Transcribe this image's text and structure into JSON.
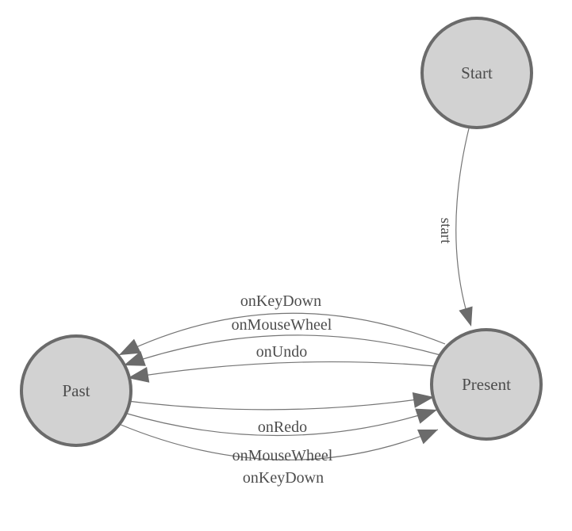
{
  "diagram": {
    "type": "state-machine",
    "background": "#ffffff",
    "colors": {
      "node_fill": "#d2d2d2",
      "node_stroke": "#6b6b6b",
      "edge_stroke": "#757575",
      "arrow_fill": "#6b6b6b",
      "label_text": "#4d4d4d"
    },
    "nodes": [
      {
        "id": "start",
        "label": "Start"
      },
      {
        "id": "present",
        "label": "Present"
      },
      {
        "id": "past",
        "label": "Past"
      }
    ],
    "edges": [
      {
        "from": "start",
        "to": "present",
        "label": "start"
      },
      {
        "from": "present",
        "to": "past",
        "label": "onKeyDown"
      },
      {
        "from": "present",
        "to": "past",
        "label": "onMouseWheel"
      },
      {
        "from": "present",
        "to": "past",
        "label": "onUndo"
      },
      {
        "from": "past",
        "to": "present",
        "label": "onRedo"
      },
      {
        "from": "past",
        "to": "present",
        "label": "onMouseWheel"
      },
      {
        "from": "past",
        "to": "present",
        "label": "onKeyDown"
      }
    ]
  }
}
